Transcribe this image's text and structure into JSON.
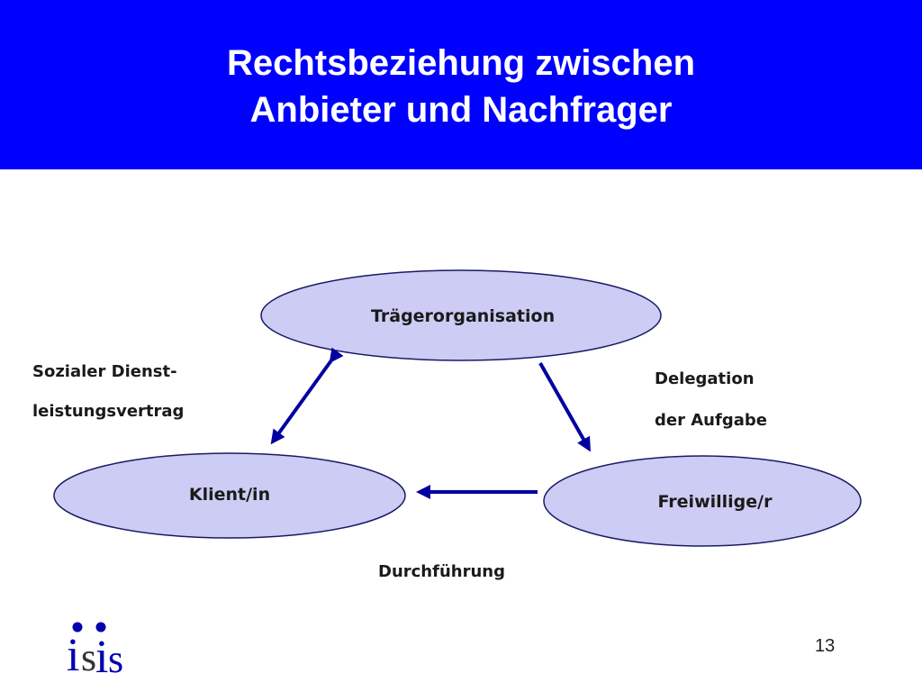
{
  "slide": {
    "title_line1": "Rechtsbeziehung zwischen",
    "title_line2": "Anbieter und Nachfrager",
    "page_number": "13",
    "logo_text": "isis"
  },
  "nodes": {
    "top": "Trägerorganisation",
    "left": "Klient/in",
    "right": "Freiwillige/r"
  },
  "edges": {
    "left_label_line1": "Sozialer Dienst-",
    "left_label_line2": "leistungsvertrag",
    "right_label_line1": "Delegation",
    "right_label_line2": "der Aufgabe",
    "bottom_label": "Durchführung"
  },
  "colors": {
    "header": "#0000ff",
    "ellipse_fill": "#ccccf4",
    "ellipse_stroke": "#1a1a66",
    "arrow": "#0000a0"
  }
}
